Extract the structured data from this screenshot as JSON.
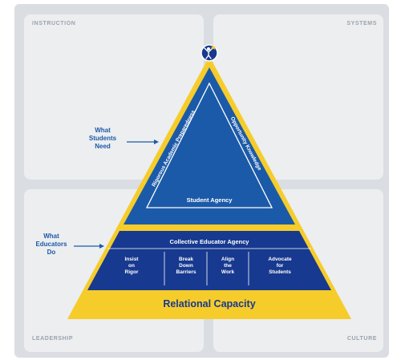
{
  "quadrants": {
    "top_left": "INSTRUCTION",
    "top_right": "SYSTEMS",
    "bottom_left": "LEADERSHIP",
    "bottom_right": "CULTURE"
  },
  "side_labels": {
    "students": [
      "What",
      "Students",
      "Need"
    ],
    "educators": [
      "What",
      "Educators",
      "Do"
    ]
  },
  "triangle": {
    "left_side": "Rigorous Academic Preparedness",
    "right_side": "Opportunity Knowledge",
    "center": "Student Agency"
  },
  "band": {
    "title": "Collective Educator Agency",
    "columns": [
      [
        "Insist",
        "on",
        "Rigor"
      ],
      [
        "Break",
        "Down",
        "Barriers"
      ],
      [
        "Align",
        "the",
        "Work"
      ],
      [
        "Advocate",
        "for",
        "Students"
      ]
    ]
  },
  "base_label": "Relational Capacity",
  "colors": {
    "background_panel": "#dadde1",
    "quadrant": "#eceef0",
    "yellow": "#f6cc2b",
    "blue": "#1b5aa8",
    "navy": "#17398f",
    "white": "#ffffff"
  },
  "icons": {
    "apex": "person-with-star-icon"
  }
}
